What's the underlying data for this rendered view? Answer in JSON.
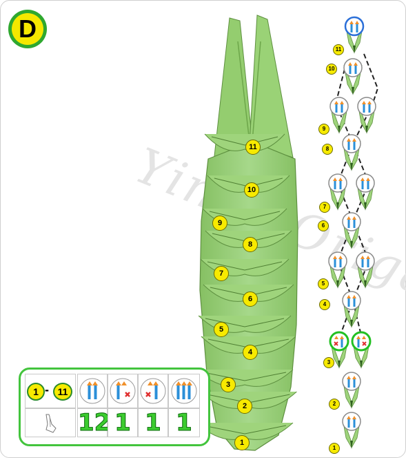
{
  "step_badge": "D",
  "watermark": "Yingz Origami",
  "model_rows": [
    "1",
    "2",
    "3",
    "4",
    "5",
    "6",
    "7",
    "8",
    "9",
    "10",
    "11"
  ],
  "sequence_rows": [
    "1",
    "2",
    "3",
    "4",
    "5",
    "6",
    "7",
    "8",
    "9",
    "10",
    "11"
  ],
  "legend": {
    "range_start": "1",
    "range_sep": "-",
    "range_end": "11",
    "counts": [
      "12",
      "1",
      "1",
      "1"
    ]
  },
  "colors": {
    "paper_green": "#9fd47c",
    "badge_yellow": "#f5e800",
    "badge_green": "#2fa82f",
    "frame_green": "#43c43d",
    "arrow_orange": "#f0902a",
    "arrow_blue": "#2b8fd8",
    "mark_red": "#e03030"
  },
  "icons": [
    "double-arrow-icon",
    "double-arrow-cross-right-icon",
    "double-arrow-cross-left-icon",
    "triple-arrow-icon",
    "piece-outline-icon"
  ]
}
